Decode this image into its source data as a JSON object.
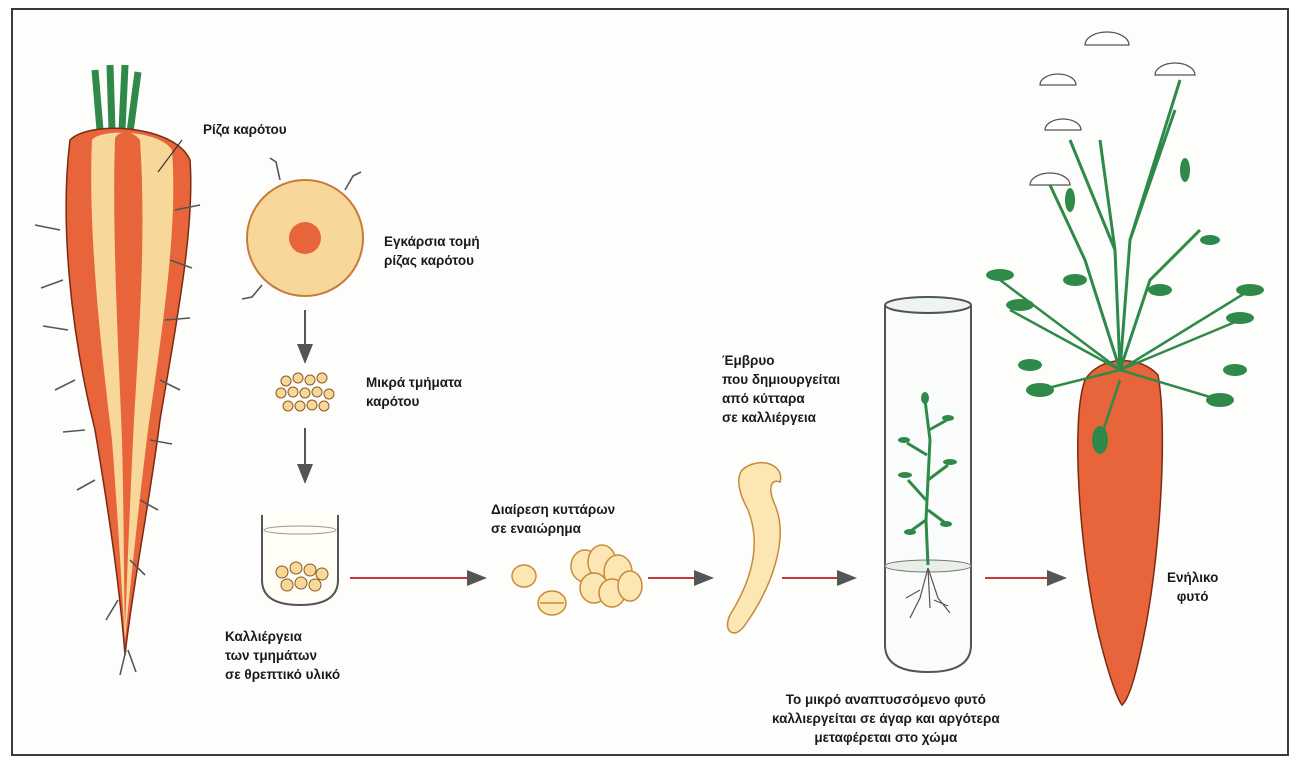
{
  "labels": {
    "root": "Ρίζα καρότου",
    "cross_section": [
      "Εγκάρσια τομή",
      "ρίζας καρότου"
    ],
    "small_pieces": [
      "Μικρά τμήματα",
      "καρότου"
    ],
    "culture": [
      "Καλλιέργεια",
      "των τμημάτων",
      "σε θρεπτικό υλικό"
    ],
    "division": [
      "Διαίρεση κυττάρων",
      "σε εναιώρημα"
    ],
    "embryo": [
      "Έμβρυο",
      "που δημιουργείται",
      "από κύτταρα",
      "σε καλλιέργεια"
    ],
    "plantlet": [
      "Το μικρό αναπτυσσόμενο φυτό",
      "καλλιεργείται σε άγαρ και αργότερα",
      "μεταφέρεται στο χώμα"
    ],
    "adult": [
      "Ενήλικο",
      "φυτό"
    ]
  },
  "colors": {
    "orange": "#e8643a",
    "pale": "#f8d89a",
    "cream": "#fbe6b4",
    "green": "#2f8a4a",
    "arrow": "#c0393b"
  }
}
